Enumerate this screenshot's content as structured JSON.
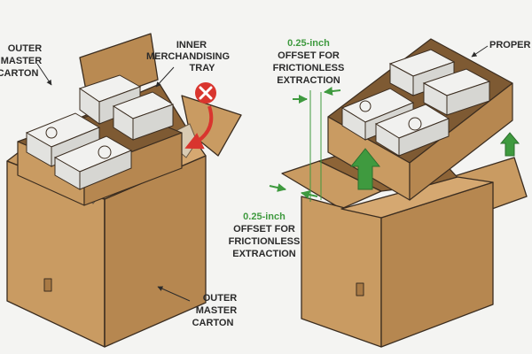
{
  "labels": {
    "outer_master_carton_top_line1": "OUTER",
    "outer_master_carton_top_line2": "MASTER",
    "outer_master_carton_top_line3": "CARTON",
    "inner_tray_line1": "INNER",
    "inner_tray_line2": "MERCHANDISING",
    "inner_tray_line3": "TRAY",
    "outer_master_carton_bottom_line1": "OUTER",
    "outer_master_carton_bottom_line2": "MASTER",
    "outer_master_carton_bottom_line3": "CARTON",
    "proper_label": "PROPER",
    "offset_top_line1": "0.25-inch",
    "offset_top_line2": "OFFSET FOR",
    "offset_top_line3": "FRICTIONLESS",
    "offset_top_line4": "EXTRACTION",
    "offset_bottom_line1": "0.25-inch",
    "offset_bottom_line2": "OFFSET FOR",
    "offset_bottom_line3": "FRICTIONLESS",
    "offset_bottom_line4": "EXTRACTION"
  },
  "icons": {
    "error": "x-circle-icon",
    "arrows": "arrow-icon"
  },
  "colors": {
    "cardboard": "#c99b62",
    "cardboard_dark": "#a97a45",
    "cardboard_light": "#ddb27a",
    "outline": "#3b2d20",
    "white_box": "#f1f1ef",
    "green": "#3f9a3f",
    "red": "#d9352e",
    "text": "#2b2b2b",
    "background": "#f4f4f2"
  }
}
